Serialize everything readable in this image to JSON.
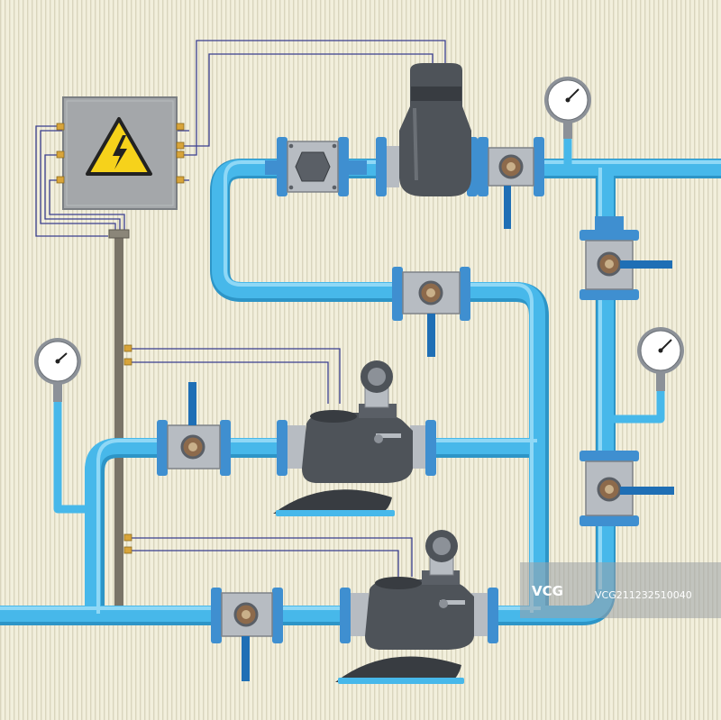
{
  "diagram": {
    "colors": {
      "background": "#f2efdc",
      "stripe": "#d9d5bd",
      "pipe": "#47b8ea",
      "pipe_highlight": "#8fd8f6",
      "pipe_shadow": "#2d95c7",
      "flange": "#3f8fd0",
      "valve_body": "#b7bcc2",
      "actuator": "#4e5359",
      "actuator_dark": "#383c41",
      "handle": "#1f6fb5",
      "panel": "#a4a7aa",
      "panel_border": "#7b7f83",
      "wire": "#3a3f8f",
      "terminal": "#d8a43a",
      "conduit": "#7a7468",
      "warning": "#f6d21b"
    },
    "warning_symbol": "lightning-bolt-icon",
    "gauges": [
      {
        "name": "gauge-top-right"
      },
      {
        "name": "gauge-right"
      },
      {
        "name": "gauge-left"
      }
    ],
    "valves": [
      {
        "name": "valve-top-flanged"
      },
      {
        "name": "valve-top-ball"
      },
      {
        "name": "valve-right-upper"
      },
      {
        "name": "valve-middle-ball"
      },
      {
        "name": "valve-left-ball"
      },
      {
        "name": "valve-right-lower"
      },
      {
        "name": "valve-bottom-ball"
      }
    ],
    "actuators": [
      {
        "name": "actuator-top-tank"
      },
      {
        "name": "actuator-middle"
      },
      {
        "name": "actuator-bottom"
      }
    ]
  },
  "watermark": {
    "logo": "VCG",
    "id_text": "VCG211232510040"
  }
}
